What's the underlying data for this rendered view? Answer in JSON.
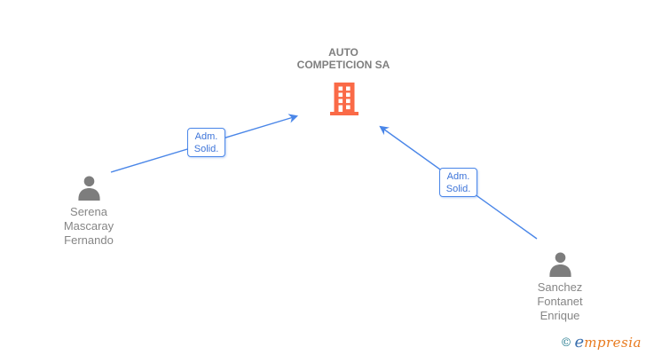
{
  "company": {
    "name": "AUTO COMPETICION SA"
  },
  "persons": [
    {
      "name": "Serena Mascaray Fernando",
      "role_label": "Adm. Solid."
    },
    {
      "name": "Sanchez Fontanet Enrique",
      "role_label": "Adm. Solid."
    }
  ],
  "footer": {
    "copyright_symbol": "©",
    "brand_initial": "e",
    "brand_rest": "mpresia"
  },
  "colors": {
    "arrow_blue": "#4a86e8",
    "label_text_blue": "#3d74d9",
    "building_orange": "#fa6a47",
    "person_gray": "#7d7d7d",
    "title_gray": "#7f7f7f",
    "name_text_gray": "#868686",
    "copyright_teal": "#20798d",
    "brand_blue": "#3a6fae",
    "brand_orange": "#e87a1e"
  }
}
